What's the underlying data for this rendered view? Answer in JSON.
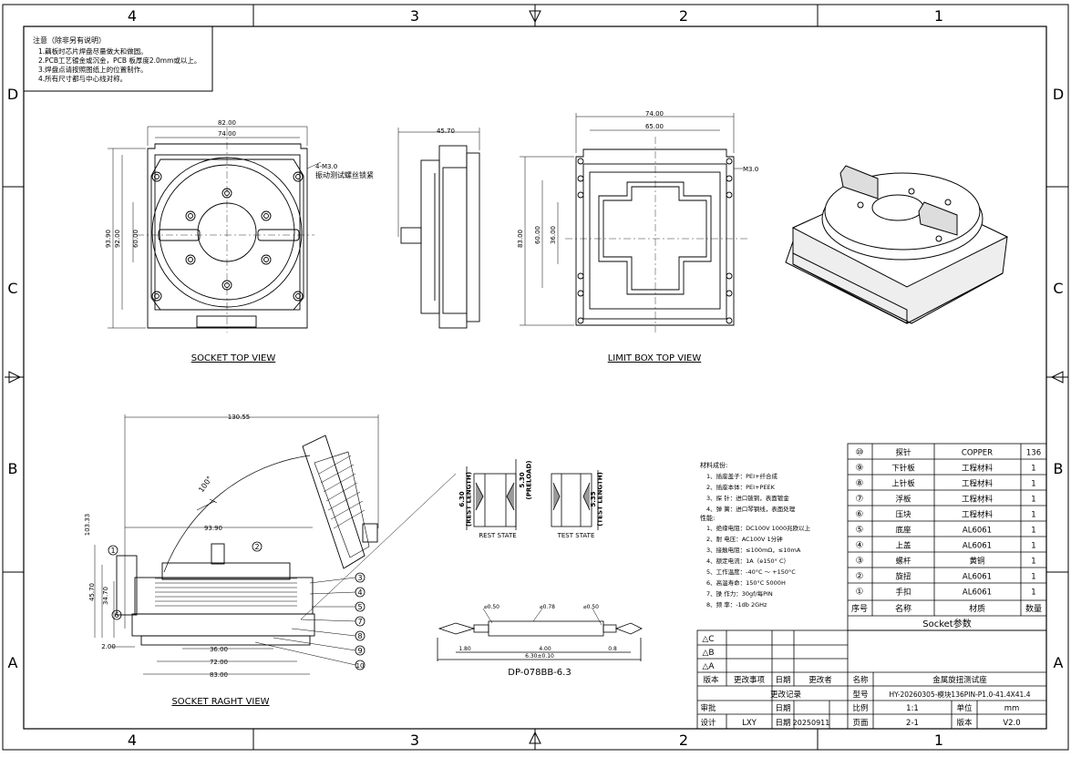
{
  "zones": {
    "columns": [
      "4",
      "3",
      "2",
      "1"
    ],
    "rows": [
      "D",
      "C",
      "B",
      "A"
    ]
  },
  "notes": {
    "title": "注意（除非另有说明）",
    "lines": [
      "1.藕板时芯片焊盘尽量做大和做圆。",
      "2.PCB工艺镀金或沉金，PCB 板厚度2.0mm或以上。",
      "3.焊盘点请按照图纸上的位置制作。",
      "4.所有尺寸都与中心线对称。"
    ]
  },
  "socket_top_view": {
    "caption": "SOCKET TOP VIEW",
    "dim_outer_w": "82.00",
    "dim_inner_w": "74.00",
    "dim_h1": "93.90",
    "dim_h2": "92.00",
    "dim_h3": "60.00",
    "screw_label": "4-M3.0",
    "screw_note": "振动测试螺丝锁紧"
  },
  "side_view": {
    "dim_w": "45.70"
  },
  "limit_box_view": {
    "caption": "LIMIT BOX   TOP VIEW",
    "dim_w1": "74.00",
    "dim_w2": "65.00",
    "dim_h1": "83.00",
    "dim_h2": "60.00",
    "dim_h3": "36.00",
    "screw_label": "M3.0"
  },
  "socket_right_view": {
    "caption": "SOCKET RAGHT VIEW",
    "dim_top": "130.55",
    "dim_mid": "93.90",
    "dim_height": "103.33",
    "dim_h_a": "45.70",
    "dim_h_b": "34.70",
    "dim_small": "2.00",
    "dim_b1": "36.00",
    "dim_b2": "72.00",
    "dim_b3": "83.00",
    "angle": "100°",
    "balloons": [
      "1",
      "2",
      "3",
      "4",
      "5",
      "6",
      "7",
      "8",
      "9",
      "10"
    ]
  },
  "materials": {
    "title": "材料成份:",
    "lines": [
      "1、插座盖子：PEI+纤合成",
      "2、插座本体：PEI+PEEK",
      "3、探 针：进口铍铜，表面镀金",
      "4、弹 簧：进口琴钢线，表面处理"
    ],
    "perf_title": "性能:",
    "perf": [
      "1、绝缘电阻：DC100V 1000兆欧以上",
      "2、耐  电压：AC100V 1分钟",
      "3、接触电阻：≤100mΩ，≤10mA",
      "4、额定电流：1A（e150°  C）",
      "5、工作温度：-40°C ～ +150°C",
      "6、高温寿命：150°C   5000H",
      "7、操  作力：30gf/每PIN",
      "8、频    率：-1db  2GHz"
    ]
  },
  "pin_states": {
    "rest_label": "REST STATE",
    "test_label": "TEST STATE",
    "rest_len": "6.30\n(REST LENGTH)",
    "preload": "5.30\n(PRELOAD)",
    "test_len": "5.35\n(TEST LENGTH)"
  },
  "probe": {
    "caption": "DP-078BB-6.3",
    "d1": "⌀0.50",
    "d2": "⌀0.78",
    "d3": "⌀0.50",
    "l1": "1.80",
    "l2": "4.00",
    "l3": "0.8",
    "total": "6.30±0.10"
  },
  "bom": {
    "rows": [
      {
        "no": "⑩",
        "name": "探针",
        "material": "COPPER",
        "qty": "136"
      },
      {
        "no": "⑨",
        "name": "下针板",
        "material": "工程材料",
        "qty": "1"
      },
      {
        "no": "⑧",
        "name": "上针板",
        "material": "工程材料",
        "qty": "1"
      },
      {
        "no": "⑦",
        "name": "浮板",
        "material": "工程材料",
        "qty": "1"
      },
      {
        "no": "⑥",
        "name": "压块",
        "material": "工程材料",
        "qty": "1"
      },
      {
        "no": "⑤",
        "name": "底座",
        "material": "AL6061",
        "qty": "1"
      },
      {
        "no": "④",
        "name": "上盖",
        "material": "AL6061",
        "qty": "1"
      },
      {
        "no": "③",
        "name": "螺杆",
        "material": "黄铜",
        "qty": "1"
      },
      {
        "no": "②",
        "name": "旋扭",
        "material": "AL6061",
        "qty": "1"
      },
      {
        "no": "①",
        "name": "手扣",
        "material": "AL6061",
        "qty": "1"
      }
    ],
    "header": {
      "no": "序号",
      "name": "名称",
      "material": "材质",
      "qty": "数量"
    },
    "title": "Socket参数"
  },
  "revision": {
    "marks": [
      "△C",
      "△B",
      "△A"
    ],
    "h_version": "版本",
    "h_change": "更改事项",
    "h_date": "日期",
    "h_changer": "更改者",
    "record": "更改记录"
  },
  "title_block": {
    "name_label": "名称",
    "name_value": "金属旋扭测试座",
    "model_label": "型号",
    "model_value": "HY-20260305-模块136PIN-P1.0-41.4X41.4",
    "approve": "审批",
    "date_label": "日期",
    "scale_label": "比例",
    "scale_value": "1:1",
    "unit_label": "单位",
    "unit_value": "mm",
    "design": "设计",
    "designer": "LXY",
    "date_label2": "日期",
    "date_value": "20250911",
    "page_label": "页面",
    "page_value": "2-1",
    "ver_label": "版本",
    "ver_value": "V2.0"
  }
}
